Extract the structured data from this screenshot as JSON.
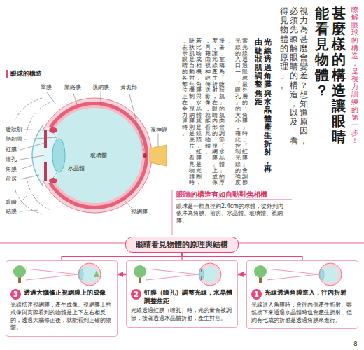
{
  "diagram": {
    "title": "甚麼樣的構造讓眼睛能看見物體？",
    "nodes": [
      {
        "text": [
          "眼睛看見物體的原理與結構"
        ]
      },
      {
        "text": [
          "1",
          "光線透過角膜進入，往內折射",
          "光線進入角膜時，會往內側產生折射。雖然接下來通過水晶體時也會產生折射，但約有七成的折射是透過角膜來進行。"
        ]
      },
      {
        "text": [
          "2",
          "虹膜（瞳孔）調整光線，水晶體調整焦距",
          "光線透過虹膜（瞳孔）時，光的量會被調節，接著透過水晶體折射，產生對焦。"
        ]
      },
      {
        "text": [
          "3",
          "透過大腦修正視網膜上的成像",
          "光線抵達視網膜，產生成像。視網膜上的成像與實際看到的物體是上下左右相反的，透過大腦修正後，就能看到正確的物體。"
        ]
      }
    ],
    "edges": [
      {
        "from": 1,
        "to": 2,
        "arrow": "to"
      },
      {
        "from": 2,
        "to": 3,
        "arrow": "to"
      },
      {
        "from": 0,
        "to": 1,
        "arrow": "none"
      },
      {
        "from": 0,
        "to": 2,
        "arrow": "none"
      },
      {
        "from": 0,
        "to": 3,
        "arrow": "none"
      }
    ],
    "labels": [
      "瞭解眼球的構造，是視力訓練的第一步！",
      "視力為甚麼會變差？想知道原因，必須先瞭解眼睛的構造，以及「看得見物體的原理」。",
      "光線透過角膜與水晶體產生折射，再由睫狀肌調整焦距",
      "當光線通過眼球最外層的「角膜」時，「虹膜」會調節光線的入口——「瞳孔」的大小，藉此控制光線的強度。",
      "接著，被稱為「睫狀肌」的肌肉會調節「水晶體」的厚度，讓光線產生折射，在眼睛內部的「視網膜」上成像，再藉由視神經傳送影像，就能看見物體。",
      "若比喻成相機，角膜與水晶體就是鏡頭，虹膜是光圈，睫狀肌是自動對焦機制，視網膜則是底片。看見物體時，表示眼睛的各部位正在全力運轉。",
      "眼球的構造",
      "鞏膜",
      "脈絡膜",
      "視網膜",
      "黃斑部",
      "視神經",
      "睫狀肌",
      "懸韌帶",
      "虹膜",
      "瞳孔",
      "角膜",
      "前房",
      "眼瞼",
      "結膜",
      "玻璃體",
      "水晶體",
      "視網膜",
      "眼睛的構造有如自動對焦相機",
      "眼球是一顆直徑約2.4cm的球體，從外到內依序為角膜、前房、水晶體、玻璃體、視網膜。",
      "8"
    ]
  }
}
